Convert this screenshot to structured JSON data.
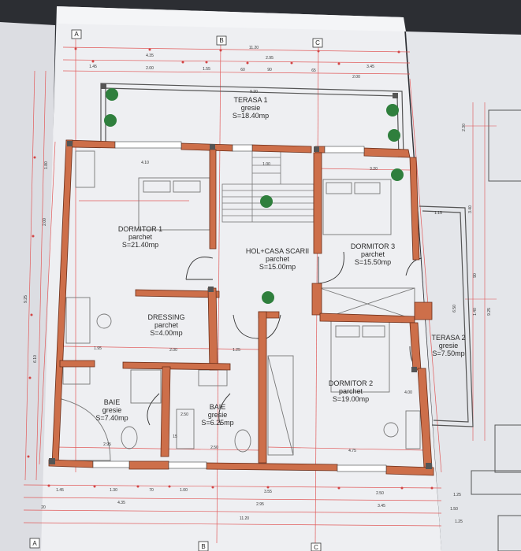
{
  "rooms": [
    {
      "id": "terasa1",
      "name": "TERASA 1",
      "finish": "gresie",
      "area": "S=18.40mp"
    },
    {
      "id": "dormitor1",
      "name": "DORMITOR 1",
      "finish": "parchet",
      "area": "S=21.40mp"
    },
    {
      "id": "hol",
      "name": "HOL+CASA SCARII",
      "finish": "parchet",
      "area": "S=15.00mp"
    },
    {
      "id": "dormitor3",
      "name": "DORMITOR 3",
      "finish": "parchet",
      "area": "S=15.50mp"
    },
    {
      "id": "dressing",
      "name": "DRESSING",
      "finish": "parchet",
      "area": "S=4.00mp"
    },
    {
      "id": "terasa2",
      "name": "TERASA 2",
      "finish": "gresie",
      "area": "S=7.50mp"
    },
    {
      "id": "dormitor2",
      "name": "DORMITOR 2",
      "finish": "parchet",
      "area": "S=19.00mp"
    },
    {
      "id": "baie1",
      "name": "BAIE",
      "finish": "gresie",
      "area": "S=7.40mp"
    },
    {
      "id": "baie2",
      "name": "BAIE",
      "finish": "gresie",
      "area": "S=6.25mp"
    }
  ],
  "axes": {
    "a": "A",
    "b": "B",
    "c": "C"
  },
  "dimensions": {
    "top_total": "11.20",
    "top_a": "4.35",
    "top_b": "2.95",
    "top_s1": "1.45",
    "top_s2": "2.00",
    "top_s3": "1.55",
    "top_s4": "60",
    "top_s5": "90",
    "top_s6": "65",
    "top_s7": "2.00",
    "top_s8": "3.45",
    "terrace_w": "9.20",
    "d1_w": "4.10",
    "d3_w": "3.20",
    "stair_w": "1.00",
    "dress_w": "1.95",
    "dress_w2": "2.00",
    "hol_w": "1.25",
    "bath1_w": "2.95",
    "bath2_w": "2.50",
    "bath2_h": "2.50",
    "bath2_d": "15",
    "d2_w": "4.75",
    "d2_h": "4.00",
    "bot_s1": "1.45",
    "bot_s2": "1.30",
    "bot_s3": "70",
    "bot_s4": "1.00",
    "bot_s5": "3.55",
    "bot_s6": "2.50",
    "bot_s7": "1.25",
    "bot_a": "4.35",
    "bot_b": "2.95",
    "bot_c": "3.45",
    "bot_d": "1.50",
    "bot_e": "1.25",
    "bot_total": "11.20",
    "bot_f": "20",
    "left_total": "9.25",
    "left_a": "6.10",
    "left_b": "2.00",
    "left_c": "1.80",
    "right_a": "2.30",
    "right_b": "3.40",
    "right_c": "6.50",
    "right_d": "1.40",
    "right_e": "90",
    "right_f": "9.25",
    "right_g": "1.15"
  }
}
